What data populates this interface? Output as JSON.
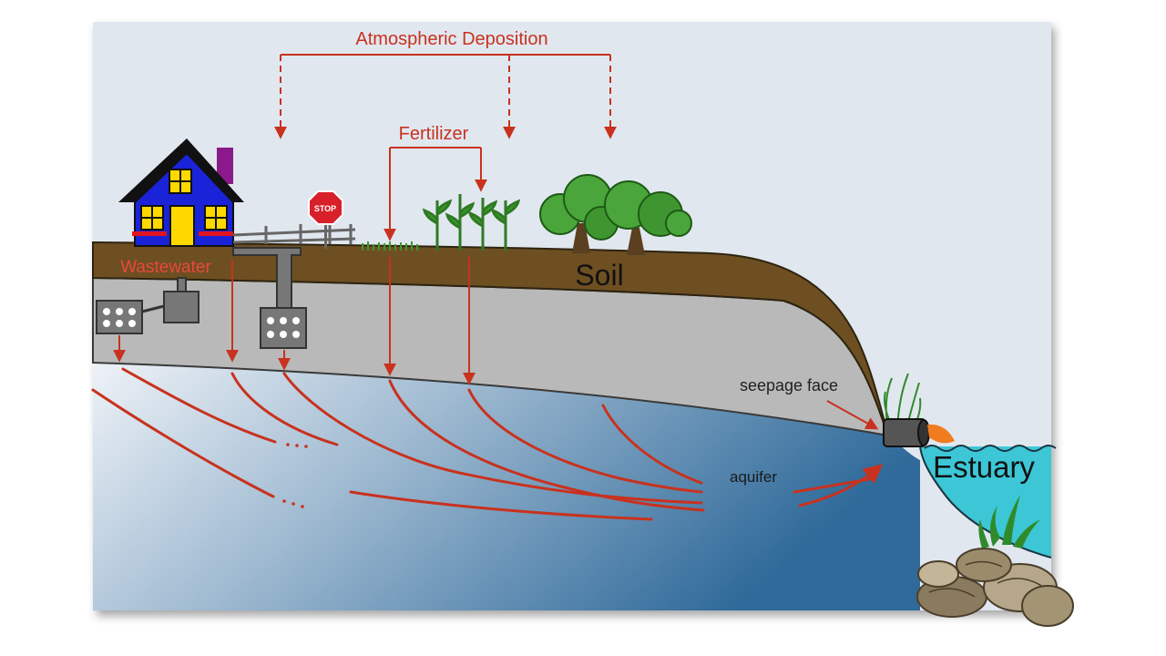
{
  "labels": {
    "atmospheric_deposition": "Atmospheric Deposition",
    "fertilizer": "Fertilizer",
    "wastewater": "Wastewater",
    "soil": "Soil",
    "seepage_face": "seepage face",
    "aquifer": "aquifer",
    "estuary": "Estuary",
    "stop_sign": "STOP"
  },
  "colors": {
    "flow_arrow": "#c8321e",
    "sky": "#e1e7ef",
    "soil": "#6e4f22",
    "vadose_zone": "#b9b9b9",
    "aquifer_deep": "#2f6a9a",
    "aquifer_light": "#e8eef5",
    "estuary_water": "#3cc6d6",
    "house": "#1a23d8",
    "tree": "#4aa53a"
  },
  "icons": [
    "house-icon",
    "stop-sign-icon",
    "corn-icon",
    "tree-icon",
    "septic-tank-icon",
    "outflow-pipe-icon",
    "oyster-icon",
    "seaweed-icon"
  ]
}
